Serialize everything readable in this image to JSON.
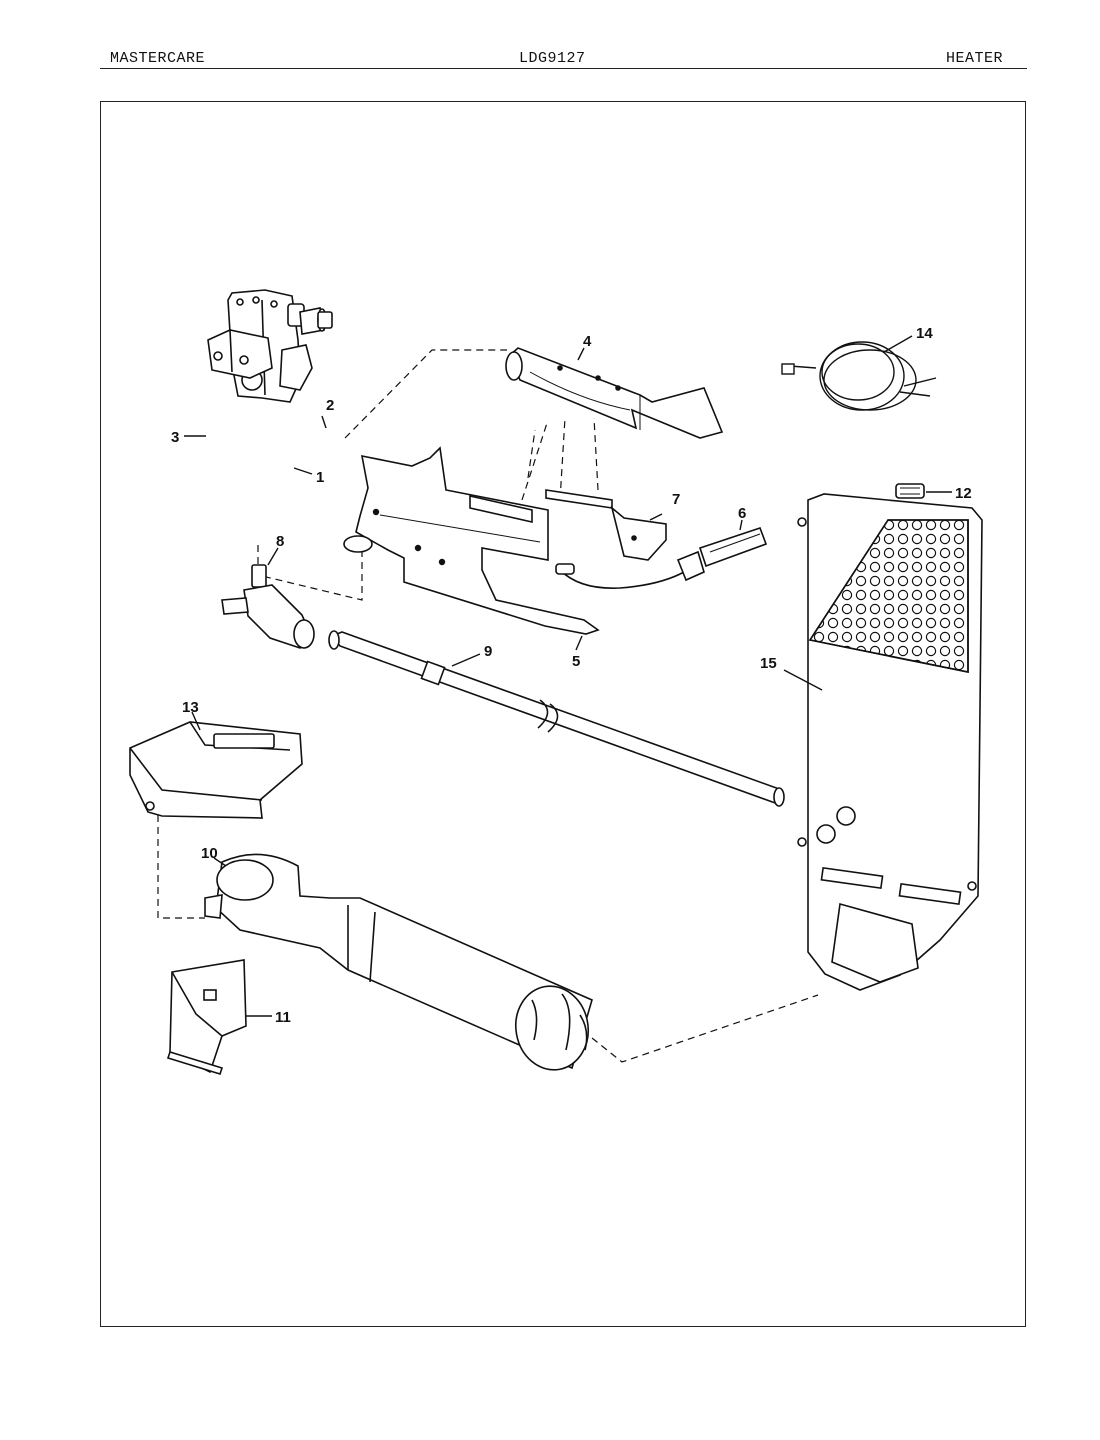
{
  "header": {
    "left": "MASTERCARE",
    "model": "LDG9127",
    "section": "HEATER"
  },
  "callouts": {
    "c1": "1",
    "c2": "2",
    "c3": "3",
    "c4": "4",
    "c5": "5",
    "c6": "6",
    "c7": "7",
    "c8": "8",
    "c9": "9",
    "c10": "10",
    "c11": "11",
    "c12": "12",
    "c13": "13",
    "c14": "14",
    "c15": "15"
  },
  "colors": {
    "ink": "#111111",
    "paper": "#ffffff"
  }
}
